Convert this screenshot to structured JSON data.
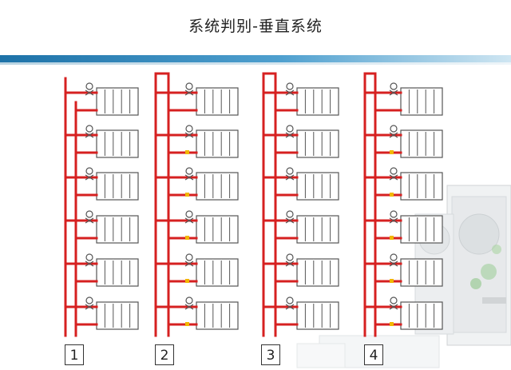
{
  "title": "系统判别-垂直系统",
  "colors": {
    "pipe": "#d62020",
    "radiator_stroke": "#555555",
    "radiator_fill": "#ffffff",
    "valve": "#555555",
    "accent_dot": "#f2b600",
    "header_band": "#1d72a8"
  },
  "systems": [
    {
      "label": "1",
      "radiators_per_column": 6,
      "bypass_valves": false,
      "risers": 2
    },
    {
      "label": "2",
      "radiators_per_column": 6,
      "bypass_valves": true,
      "risers": 2
    },
    {
      "label": "3",
      "radiators_per_column": 6,
      "bypass_valves": false,
      "risers": 2
    },
    {
      "label": "4",
      "radiators_per_column": 6,
      "bypass_valves": true,
      "risers": 2
    }
  ],
  "decorations": [
    "outdoor-unit-image"
  ]
}
